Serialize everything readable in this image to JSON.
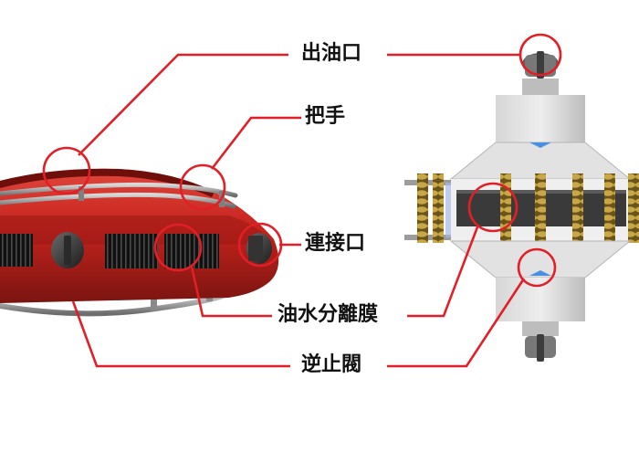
{
  "labels": {
    "outlet": "出油口",
    "handle": "把手",
    "connector": "連接口",
    "membrane": "油水分離膜",
    "check_valve": "逆止閥"
  },
  "colors": {
    "callout": "#e21f26",
    "body_red": "#c5231d",
    "housing_gray": "#c8c8c8",
    "membrane_dark": "#3a3a3a",
    "spring_gold": "#a8872f"
  }
}
